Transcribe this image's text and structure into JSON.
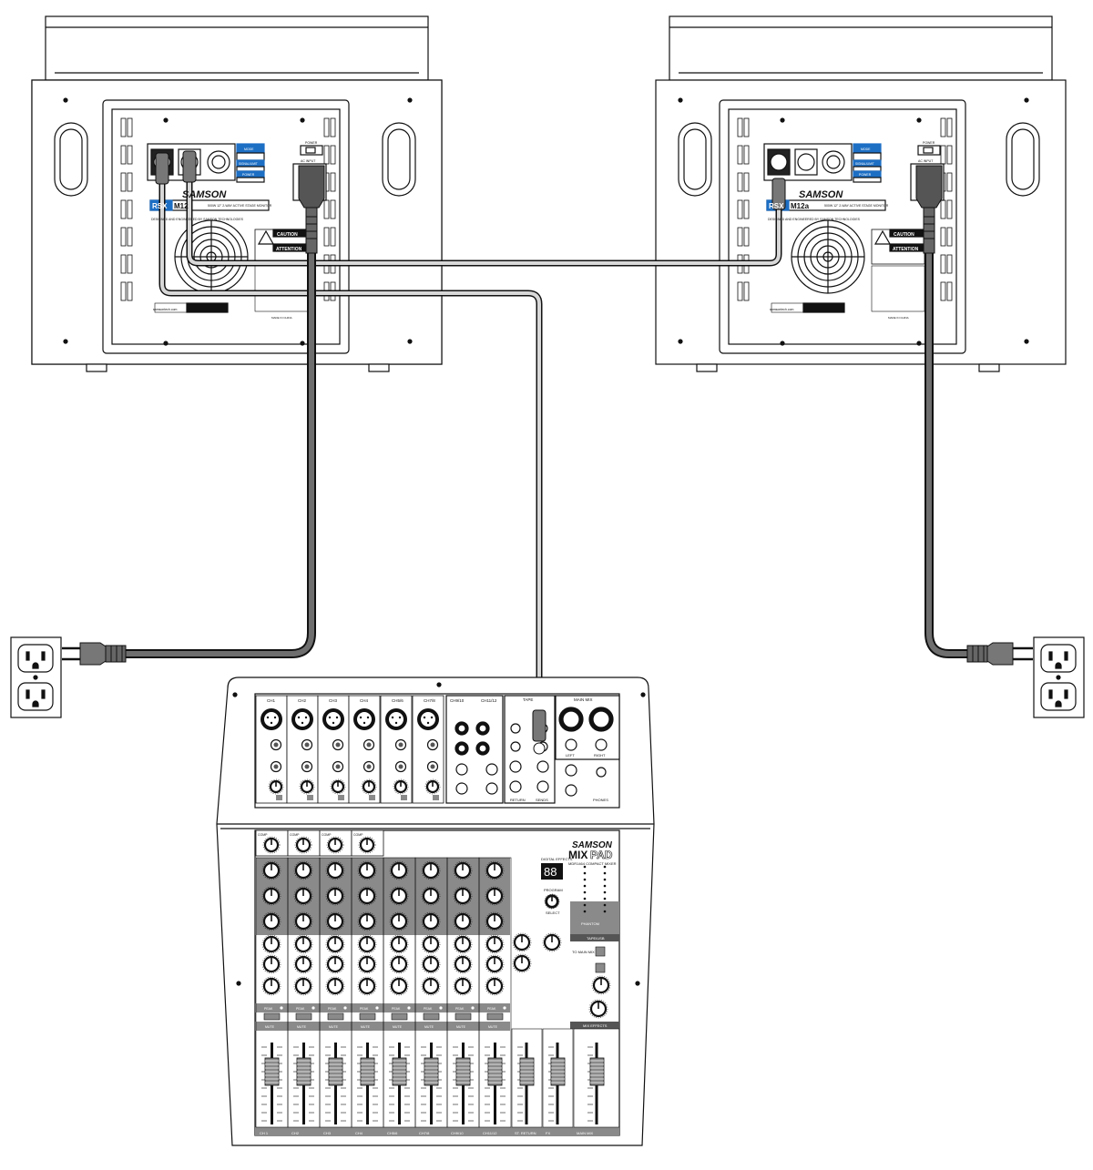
{
  "speakers": [
    {
      "brand": "SAMSON",
      "model_prefix": "RSX",
      "model_suffix": "M12",
      "description": "500W 12\" 2-WAY ACTIVE STAGE MONITOR",
      "engineered": "DESIGNED AND ENGINEERED BY SAMSON TECHNOLOGIES",
      "caution": "CAUTION",
      "attention": "ATTENTION",
      "power": "POWER",
      "ac_input": "AC INPUT",
      "mode": "MODE",
      "signal_limit": "SIGNAL/LIMIT",
      "power_led": "POWER",
      "website": "samsontech.com",
      "made_in": "MADE IN CHINA"
    },
    {
      "brand": "SAMSON",
      "model_prefix": "RSX",
      "model_suffix": "M12a",
      "description": "500W 12\" 2-WAY ACTIVE STAGE MONITOR",
      "engineered": "DESIGNED AND ENGINEERED BY SAMSON TECHNOLOGIES",
      "caution": "CAUTION",
      "attention": "ATTENTION",
      "power": "POWER",
      "ac_input": "AC INPUT",
      "mode": "MODE",
      "signal_limit": "SIGNAL/LIMIT",
      "power_led": "POWER",
      "website": "samsontech.com",
      "made_in": "MADE IN CHINA"
    }
  ],
  "mixer": {
    "brand": "SAMSON",
    "model_line1": "MIX",
    "model_line2": "PAD",
    "subtitle": "MDR1464 COMPACT MIXER",
    "channels_top": [
      "CH1",
      "CH2",
      "CH3",
      "CH4",
      "CH5/6",
      "CH7/8",
      "CH9/10",
      "CH11/12"
    ],
    "tape_label": "TAPE",
    "main_mix_label": "MAIN MIX",
    "digital_effects": "DIGITAL EFFECTS",
    "display": "88",
    "program": "PROGRAM",
    "select": "SELECT",
    "left": "LEFT",
    "right": "RIGHT",
    "phones": "PHONES",
    "return_label": "RETURN",
    "sends_label": "SENDS",
    "phantom": "PHANTOM",
    "tape_usb": "TAPE/USB",
    "to_main_mix": "TO MAIN MIX",
    "mix_effects": "MIX EFFECTS",
    "fader_labels": [
      "CH 1",
      "CH2",
      "CH3",
      "CH4",
      "CH5/6",
      "CH7/8",
      "CH9/10",
      "CH11/12",
      "ST. RETURN",
      "FX",
      "MAIN MIX"
    ],
    "mute": "MUTE",
    "peak": "PEAK",
    "comp": "COMP"
  },
  "colors": {
    "cable": "#555555",
    "panel_blue": "#1d6fc4",
    "panel_gray": "#8a8a8a",
    "line": "#111111"
  }
}
